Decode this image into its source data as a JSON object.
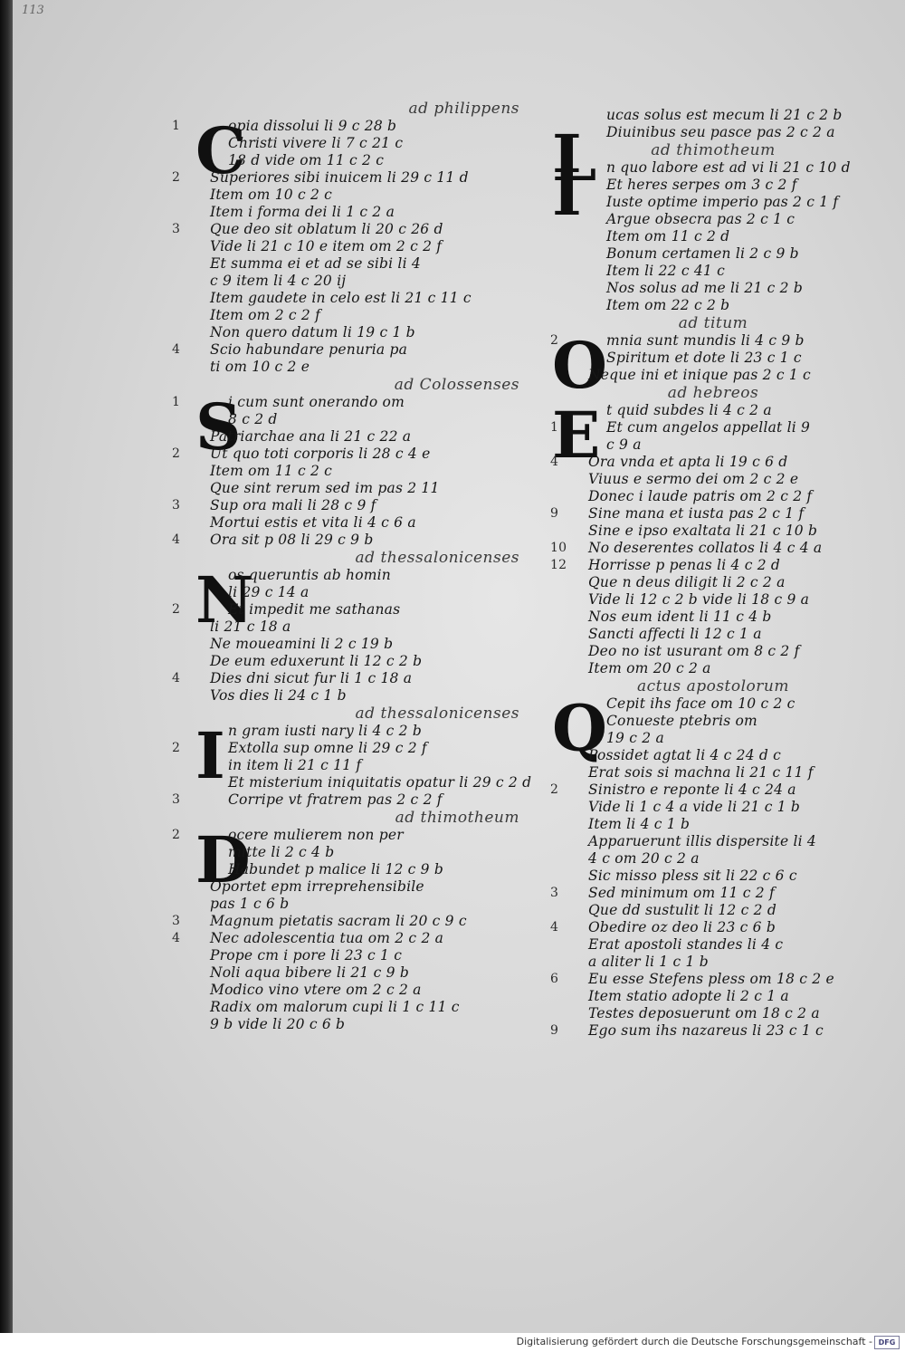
{
  "folio_mark": "113",
  "left_column": {
    "sections": [
      {
        "heading": "ad philippens",
        "initial": "C",
        "lines": [
          {
            "num": "1",
            "text": "opia dissolui li 9 c 28 b",
            "indent": true
          },
          {
            "num": "",
            "text": "Christi vivere li 7 c 21 c",
            "indent": true
          },
          {
            "num": "",
            "text": "18 d vide om 11 c 2 c",
            "indent": true
          },
          {
            "num": "2",
            "text": "Superiores sibi inuicem li 29 c 11 d",
            "indent": false
          },
          {
            "num": "",
            "text": "Item om 10 c 2 c",
            "indent": false
          },
          {
            "num": "",
            "text": "Item i forma dei li 1 c 2 a",
            "indent": false
          },
          {
            "num": "3",
            "text": "Que deo sit oblatum li 20 c 26 d",
            "indent": false
          },
          {
            "num": "",
            "text": "Vide li 21 c 10 e item om 2 c 2 f",
            "indent": false
          },
          {
            "num": "",
            "text": "Et summa ei et ad se sibi li 4",
            "indent": false
          },
          {
            "num": "",
            "text": "c 9 item li 4 c 20 ij",
            "indent": false
          },
          {
            "num": "",
            "text": "Item gaudete in celo est li 21 c 11 c",
            "indent": false
          },
          {
            "num": "",
            "text": "Item om 2 c 2 f",
            "indent": false
          },
          {
            "num": "",
            "text": "Non quero datum li 19 c 1 b",
            "indent": false
          },
          {
            "num": "4",
            "text": "Scio habundare penuria pa",
            "indent": false
          },
          {
            "num": "",
            "text": "ti om 10 c 2 e",
            "indent": false
          }
        ]
      },
      {
        "heading": "ad Colossenses",
        "initial": "S",
        "lines": [
          {
            "num": "1",
            "text": "i cum sunt onerando om",
            "indent": true
          },
          {
            "num": "",
            "text": "8 c 2 d",
            "indent": true
          },
          {
            "num": "",
            "text": "Patriarchae ana li 21 c 22 a",
            "indent": false
          },
          {
            "num": "2",
            "text": "Ut quo toti corporis li 28 c 4 e",
            "indent": false
          },
          {
            "num": "",
            "text": "Item om 11 c 2 c",
            "indent": false
          },
          {
            "num": "",
            "text": "Que sint rerum sed im pas 2 11",
            "indent": false
          },
          {
            "num": "3",
            "text": "Sup ora mali li 28 c 9 f",
            "indent": false
          },
          {
            "num": "",
            "text": "Mortui estis et vita li 4 c 6 a",
            "indent": false
          },
          {
            "num": "4",
            "text": "Ora sit p 08 li 29 c 9 b",
            "indent": false
          }
        ]
      },
      {
        "heading": "ad thessalonicenses",
        "initial": "N",
        "lines": [
          {
            "num": "",
            "text": "os queruntis ab homin",
            "indent": true
          },
          {
            "num": "",
            "text": "li 29 c 14 a",
            "indent": true
          },
          {
            "num": "2",
            "text": "Et impedit me sathanas",
            "indent": true
          },
          {
            "num": "",
            "text": "li 21 c 18 a",
            "indent": false
          },
          {
            "num": "",
            "text": "Ne moueamini li 2 c 19 b",
            "indent": false
          },
          {
            "num": "",
            "text": "De eum eduxerunt li 12 c 2 b",
            "indent": false
          },
          {
            "num": "4",
            "text": "Dies dni sicut fur li 1 c 18 a",
            "indent": false
          },
          {
            "num": "",
            "text": "Vos dies li 24 c 1 b",
            "indent": false
          }
        ]
      },
      {
        "heading": "ad thessalonicenses",
        "initial": "I",
        "lines": [
          {
            "num": "",
            "text": "n gram iusti nary li 4 c 2 b",
            "indent": true
          },
          {
            "num": "2",
            "text": "Extolla sup omne li 29 c 2 f",
            "indent": true
          },
          {
            "num": "",
            "text": "in item li 21 c 11 f",
            "indent": true
          },
          {
            "num": "",
            "text": "Et misterium iniquitatis opatur li 29 c 2 d",
            "indent": true
          },
          {
            "num": "3",
            "text": "Corripe vt fratrem pas 2 c 2 f",
            "indent": true
          }
        ]
      },
      {
        "heading": "ad thimotheum",
        "initial": "D",
        "lines": [
          {
            "num": "2",
            "text": "ocere mulierem non per",
            "indent": true
          },
          {
            "num": "",
            "text": "mitte li 2 c 4 b",
            "indent": true
          },
          {
            "num": "",
            "text": "Habundet p malice li 12 c 9 b",
            "indent": true
          },
          {
            "num": "",
            "text": "Oportet epm irreprehensibile",
            "indent": false
          },
          {
            "num": "",
            "text": "pas 1 c 6 b",
            "indent": false
          },
          {
            "num": "3",
            "text": "Magnum pietatis sacram li 20 c 9 c",
            "indent": false
          },
          {
            "num": "4",
            "text": "Nec adolescentia tua om 2 c 2 a",
            "indent": false
          },
          {
            "num": "",
            "text": "Prope cm i pore li 23 c 1 c",
            "indent": false
          },
          {
            "num": "",
            "text": "Noli aqua bibere li 21 c 9 b",
            "indent": false
          },
          {
            "num": "",
            "text": "Modico vino vtere om 2 c 2 a",
            "indent": false
          },
          {
            "num": "",
            "text": "Radix om malorum cupi li 1 c 11 c",
            "indent": false
          },
          {
            "num": "",
            "text": "9 b vide li 20 c 6 b",
            "indent": false
          }
        ]
      }
    ]
  },
  "right_column": {
    "sections": [
      {
        "heading": "",
        "initial": "L",
        "lines": [
          {
            "num": "",
            "text": "ucas solus est mecum li 21 c 2 b",
            "indent": true
          },
          {
            "num": "",
            "text": "Diuinibus seu pasce pas 2 c 2 a",
            "indent": true
          }
        ]
      },
      {
        "heading": "ad thimotheum",
        "initial": "I",
        "lines": [
          {
            "num": "",
            "text": "n quo labore est ad vi li 21 c 10 d",
            "indent": true
          },
          {
            "num": "",
            "text": "Et heres serpes om 3 c 2 f",
            "indent": true
          },
          {
            "num": "",
            "text": "Iuste optime imperio pas 2 c 1 f",
            "indent": true
          },
          {
            "num": "",
            "text": "Argue obsecra pas 2 c 1 c",
            "indent": true
          },
          {
            "num": "",
            "text": "Item om 11 c 2 d",
            "indent": true
          },
          {
            "num": "",
            "text": "Bonum certamen li 2 c 9 b",
            "indent": true
          },
          {
            "num": "",
            "text": "Item li 22 c 41 c",
            "indent": true
          },
          {
            "num": "",
            "text": "Nos solus ad me li 21 c 2 b",
            "indent": true
          },
          {
            "num": "",
            "text": "Item om 22 c 2 b",
            "indent": true
          }
        ]
      },
      {
        "heading": "ad titum",
        "initial": "O",
        "lines": [
          {
            "num": "2",
            "text": "mnia sunt mundis li 4 c 9 b",
            "indent": true
          },
          {
            "num": "",
            "text": "Spiritum et dote li 23 c 1 c",
            "indent": true
          },
          {
            "num": "",
            "text": "Neque ini et inique pas 2 c 1 c",
            "indent": false
          }
        ]
      },
      {
        "heading": "ad hebreos",
        "initial": "E",
        "lines": [
          {
            "num": "",
            "text": "t quid subdes li 4 c 2 a",
            "indent": true
          },
          {
            "num": "1",
            "text": "Et cum angelos appellat li 9",
            "indent": true
          },
          {
            "num": "",
            "text": "c 9 a",
            "indent": true
          },
          {
            "num": "4",
            "text": "Ora vnda et apta li 19 c 6 d",
            "indent": false
          },
          {
            "num": "",
            "text": "Viuus e sermo dei om 2 c 2 e",
            "indent": false
          },
          {
            "num": "",
            "text": "Donec i laude patris om 2 c 2 f",
            "indent": false
          },
          {
            "num": "9",
            "text": "Sine mana et iusta pas 2 c 1 f",
            "indent": false
          },
          {
            "num": "",
            "text": "Sine e ipso exaltata li 21 c 10 b",
            "indent": false
          },
          {
            "num": "10",
            "text": "No deserentes collatos li 4 c 4 a",
            "indent": false
          },
          {
            "num": "12",
            "text": "Horrisse p penas li 4 c 2 d",
            "indent": false
          },
          {
            "num": "",
            "text": "Que n deus diligit li 2 c 2 a",
            "indent": false
          },
          {
            "num": "",
            "text": "Vide li 12 c 2 b vide li 18 c 9 a",
            "indent": false
          },
          {
            "num": "",
            "text": "Nos eum ident li 11 c 4 b",
            "indent": false
          },
          {
            "num": "",
            "text": "Sancti affecti li 12 c 1 a",
            "indent": false
          },
          {
            "num": "",
            "text": "Deo no ist usurant om 8 c 2 f",
            "indent": false
          },
          {
            "num": "",
            "text": "Item om 20 c 2 a",
            "indent": false
          }
        ]
      },
      {
        "heading": "actus apostolorum",
        "initial": "Q",
        "lines": [
          {
            "num": "",
            "text": "Cepit ihs face om 10 c 2 c",
            "indent": true
          },
          {
            "num": "",
            "text": "Conueste ptebris om",
            "indent": true
          },
          {
            "num": "",
            "text": "19 c 2 a",
            "indent": true
          },
          {
            "num": "",
            "text": "Possidet agtat li 4 c 24 d c",
            "indent": false
          },
          {
            "num": "",
            "text": "Erat sois si machna li 21 c 11 f",
            "indent": false
          },
          {
            "num": "2",
            "text": "Sinistro e reponte li 4 c 24 a",
            "indent": false
          },
          {
            "num": "",
            "text": "Vide li 1 c 4 a vide li 21 c 1 b",
            "indent": false
          },
          {
            "num": "",
            "text": "Item li 4 c 1 b",
            "indent": false
          },
          {
            "num": "",
            "text": "Apparuerunt illis dispersite li 4",
            "indent": false
          },
          {
            "num": "",
            "text": "4 c om 20 c 2 a",
            "indent": false
          },
          {
            "num": "",
            "text": "Sic misso pless sit li 22 c 6 c",
            "indent": false
          },
          {
            "num": "3",
            "text": "Sed minimum om 11 c 2 f",
            "indent": false
          },
          {
            "num": "",
            "text": "Que dd sustulit li 12 c 2 d",
            "indent": false
          },
          {
            "num": "4",
            "text": "Obedire oz deo li 23 c 6 b",
            "indent": false
          },
          {
            "num": "",
            "text": "Erat apostoli standes li 4 c",
            "indent": false
          },
          {
            "num": "",
            "text": "a aliter li 1 c 1 b",
            "indent": false
          },
          {
            "num": "6",
            "text": "Eu esse Stefens pless om 18 c 2 e",
            "indent": false
          },
          {
            "num": "",
            "text": "Item statio adopte li 2 c 1 a",
            "indent": false
          },
          {
            "num": "",
            "text": "Testes deposuerunt om 18 c 2 a",
            "indent": false
          },
          {
            "num": "9",
            "text": "Ego sum ihs nazareus li 23 c 1 c",
            "indent": false
          }
        ]
      }
    ]
  },
  "footer": {
    "credit": "Digitalisierung gefördert durch die Deutsche Forschungsgemeinschaft -",
    "logo_text": "DFG"
  }
}
